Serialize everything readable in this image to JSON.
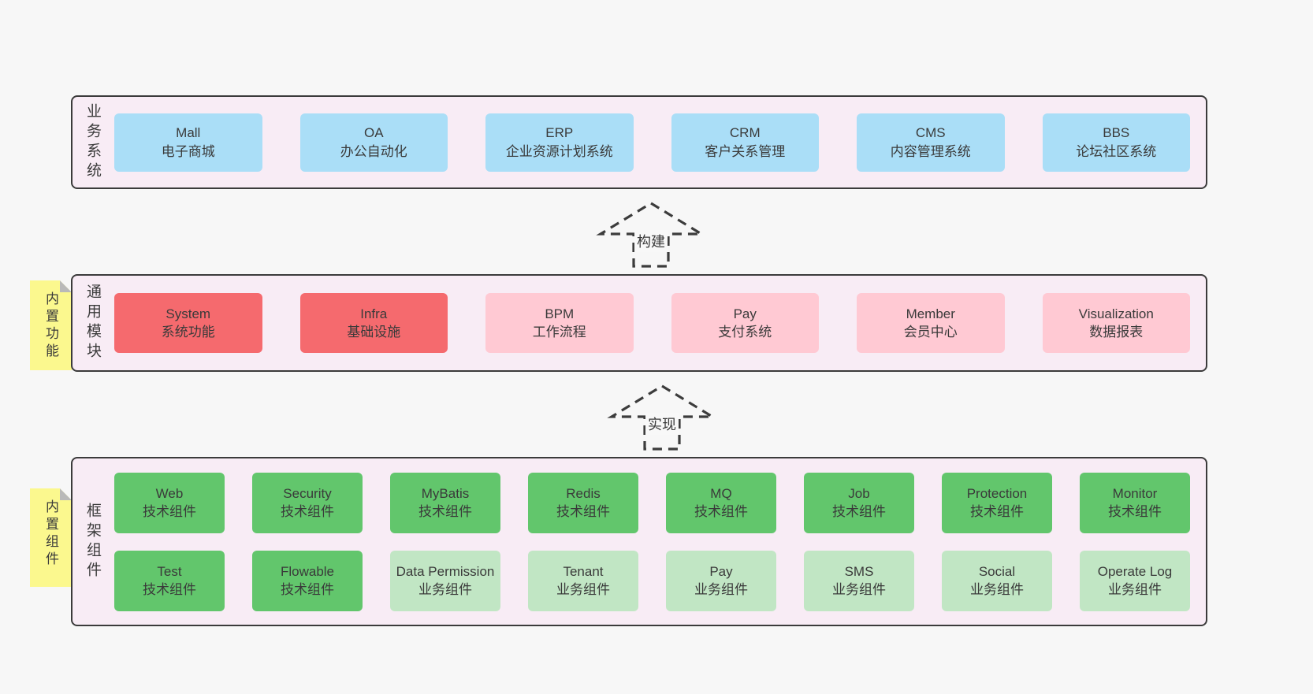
{
  "colors": {
    "page_bg": "#f7f7f7",
    "panel_bg": "#f8ecf5",
    "panel_border": "#3b3b3b",
    "blue_box": "#aadef7",
    "red_box": "#f56a6e",
    "pink_box": "#ffc9d3",
    "green_box": "#62c66c",
    "green_light_box": "#c1e6c4",
    "sticky_yellow": "#fbf88e",
    "sticky_fold_gray": "#b9b9b9",
    "text": "#3a3a3a"
  },
  "arrows": [
    {
      "label": "构建"
    },
    {
      "label": "实现"
    }
  ],
  "sections": {
    "business": {
      "label": "业务系统",
      "boxes": [
        {
          "name": "Mall",
          "desc": "电子商城"
        },
        {
          "name": "OA",
          "desc": "办公自动化"
        },
        {
          "name": "ERP",
          "desc": "企业资源计划系统"
        },
        {
          "name": "CRM",
          "desc": "客户关系管理"
        },
        {
          "name": "CMS",
          "desc": "内容管理系统"
        },
        {
          "name": "BBS",
          "desc": "论坛社区系统"
        }
      ]
    },
    "modules": {
      "sticky": "内置功能",
      "label": "通用模块",
      "boxes": [
        {
          "name": "System",
          "desc": "系统功能"
        },
        {
          "name": "Infra",
          "desc": "基础设施"
        },
        {
          "name": "BPM",
          "desc": "工作流程"
        },
        {
          "name": "Pay",
          "desc": "支付系统"
        },
        {
          "name": "Member",
          "desc": "会员中心"
        },
        {
          "name": "Visualization",
          "desc": "数据报表"
        }
      ]
    },
    "components": {
      "sticky": "内置组件",
      "label": "框架组件",
      "rows": [
        [
          {
            "name": "Web",
            "desc": "技术组件"
          },
          {
            "name": "Security",
            "desc": "技术组件"
          },
          {
            "name": "MyBatis",
            "desc": "技术组件"
          },
          {
            "name": "Redis",
            "desc": "技术组件"
          },
          {
            "name": "MQ",
            "desc": "技术组件"
          },
          {
            "name": "Job",
            "desc": "技术组件"
          },
          {
            "name": "Protection",
            "desc": "技术组件"
          },
          {
            "name": "Monitor",
            "desc": "技术组件"
          }
        ],
        [
          {
            "name": "Test",
            "desc": "技术组件"
          },
          {
            "name": "Flowable",
            "desc": "技术组件"
          },
          {
            "name": "Data Permission",
            "desc": "业务组件"
          },
          {
            "name": "Tenant",
            "desc": "业务组件"
          },
          {
            "name": "Pay",
            "desc": "业务组件"
          },
          {
            "name": "SMS",
            "desc": "业务组件"
          },
          {
            "name": "Social",
            "desc": "业务组件"
          },
          {
            "name": "Operate Log",
            "desc": "业务组件"
          }
        ]
      ]
    }
  }
}
